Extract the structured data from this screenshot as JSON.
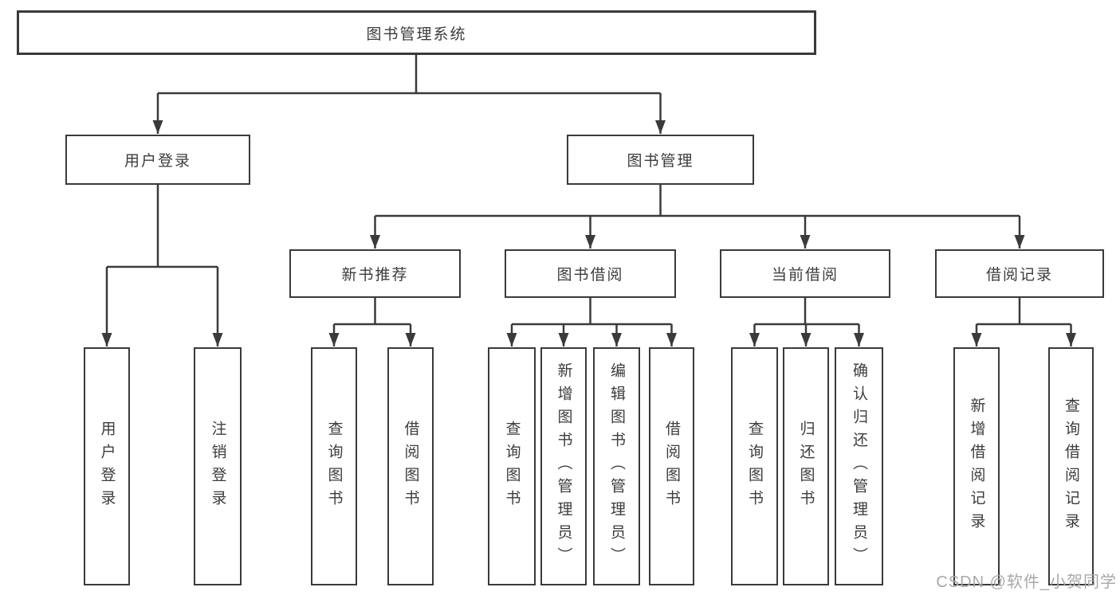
{
  "diagram_type": "hierarchy-tree",
  "tree": {
    "label": "图书管理系统",
    "children": [
      {
        "label": "用户登录",
        "children": [
          {
            "label": "用户登录"
          },
          {
            "label": "注销登录"
          }
        ]
      },
      {
        "label": "图书管理",
        "children": [
          {
            "label": "新书推荐",
            "children": [
              {
                "label": "查询图书"
              },
              {
                "label": "借阅图书"
              }
            ]
          },
          {
            "label": "图书借阅",
            "children": [
              {
                "label": "查询图书"
              },
              {
                "label": "新增图书（管理员）"
              },
              {
                "label": "编辑图书（管理员）"
              },
              {
                "label": "借阅图书"
              }
            ]
          },
          {
            "label": "当前借阅",
            "children": [
              {
                "label": "查询图书"
              },
              {
                "label": "归还图书"
              },
              {
                "label": "确认归还（管理员）"
              }
            ]
          },
          {
            "label": "借阅记录",
            "children": [
              {
                "label": "新增借阅记录"
              },
              {
                "label": "查询借阅记录"
              }
            ]
          }
        ]
      }
    ]
  },
  "watermark": {
    "text": "CSDN @软件_小贺同学"
  },
  "colors": {
    "line": "#3a3a3a",
    "box_border": "#3a3a3a",
    "text": "#3c3c3c",
    "watermark": "#a8a8a8",
    "background": "#ffffff"
  }
}
